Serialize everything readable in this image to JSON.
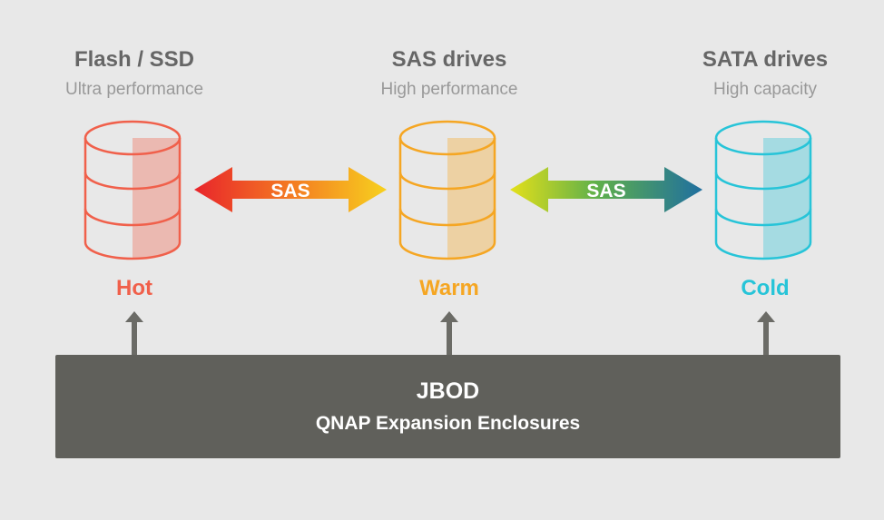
{
  "tiers": [
    {
      "title": "Flash / SSD",
      "subtitle": "Ultra performance",
      "temperature": "Hot",
      "color": "#f0604b"
    },
    {
      "title": "SAS drives",
      "subtitle": "High performance",
      "temperature": "Warm",
      "color": "#f5a623"
    },
    {
      "title": "SATA drives",
      "subtitle": "High capacity",
      "temperature": "Cold",
      "color": "#27c4d8"
    }
  ],
  "links": [
    {
      "label": "SAS",
      "from_color": "#e8242b",
      "to_color": "#f7d11e"
    },
    {
      "label": "SAS",
      "from_color": "#e4e01a",
      "to_color": "#1f6fa0"
    }
  ],
  "jbod": {
    "title": "JBOD",
    "subtitle": "QNAP Expansion Enclosures",
    "color": "#60605b"
  },
  "arrow_color": "#6b6b66"
}
